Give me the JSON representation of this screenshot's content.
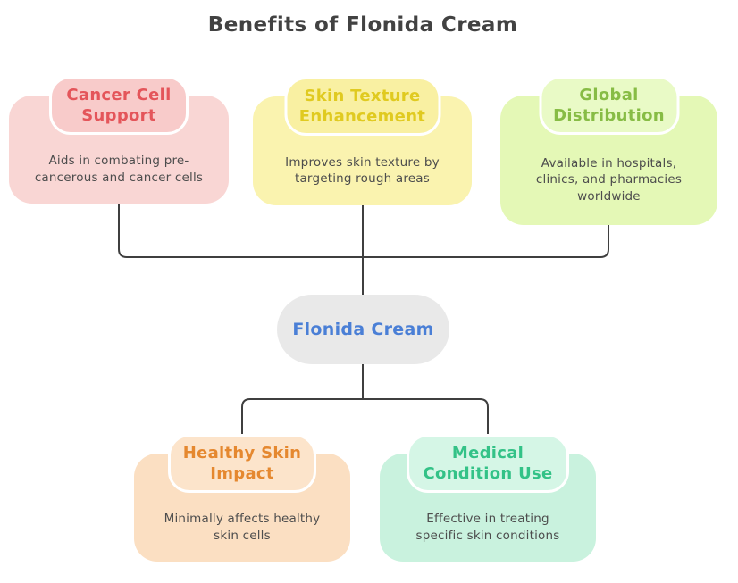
{
  "diagram": {
    "title": "Benefits of Flonida Cream",
    "title_color": "#424242",
    "background": "#ffffff",
    "connector_color": "#3f3f3f",
    "body_text_color": "#4d4d4d",
    "center_node": {
      "label": "Flonida Cream",
      "bg": "#e9e9e9",
      "text_color": "#4a7fd6"
    },
    "nodes": [
      {
        "id": "cancer-cell-support",
        "title": "Cancer Cell Support",
        "title_lines": [
          "Cancer Cell",
          "Support"
        ],
        "body": "Aids in combating pre-cancerous and cancer cells",
        "body_lines": [
          "Aids in combating pre-",
          "cancerous and cancer cells"
        ],
        "bg": "#f9d6d4",
        "header_bg": "#f8cbca",
        "title_color": "#e4555a"
      },
      {
        "id": "skin-texture-enhancement",
        "title": "Skin Texture Enhancement",
        "title_lines": [
          "Skin Texture",
          "Enhancement"
        ],
        "body": "Improves skin texture by targeting rough areas",
        "body_lines": [
          "Improves skin texture by",
          "targeting rough areas"
        ],
        "bg": "#faf3af",
        "header_bg": "#f9f0a2",
        "title_color": "#e0ca20"
      },
      {
        "id": "global-distribution",
        "title": "Global Distribution",
        "title_lines": [
          "Global",
          "Distribution"
        ],
        "body": "Available in hospitals, clinics, and pharmacies worldwide",
        "body_lines": [
          "Available in hospitals,",
          "clinics, and pharmacies",
          "worldwide"
        ],
        "bg": "#e4f8b6",
        "header_bg": "#e9fac6",
        "title_color": "#87bc45"
      },
      {
        "id": "healthy-skin-impact",
        "title": "Healthy Skin Impact",
        "title_lines": [
          "Healthy Skin",
          "Impact"
        ],
        "body": "Minimally affects healthy skin cells",
        "body_lines": [
          "Minimally affects healthy",
          "skin cells"
        ],
        "bg": "#fbdfc2",
        "header_bg": "#fce4cb",
        "title_color": "#e5882f"
      },
      {
        "id": "medical-condition-use",
        "title": "Medical Condition Use",
        "title_lines": [
          "Medical",
          "Condition Use"
        ],
        "body": "Effective in treating specific skin conditions",
        "body_lines": [
          "Effective in treating",
          "specific skin conditions"
        ],
        "bg": "#c9f2de",
        "header_bg": "#d5f6e6",
        "title_color": "#33c287"
      }
    ]
  }
}
